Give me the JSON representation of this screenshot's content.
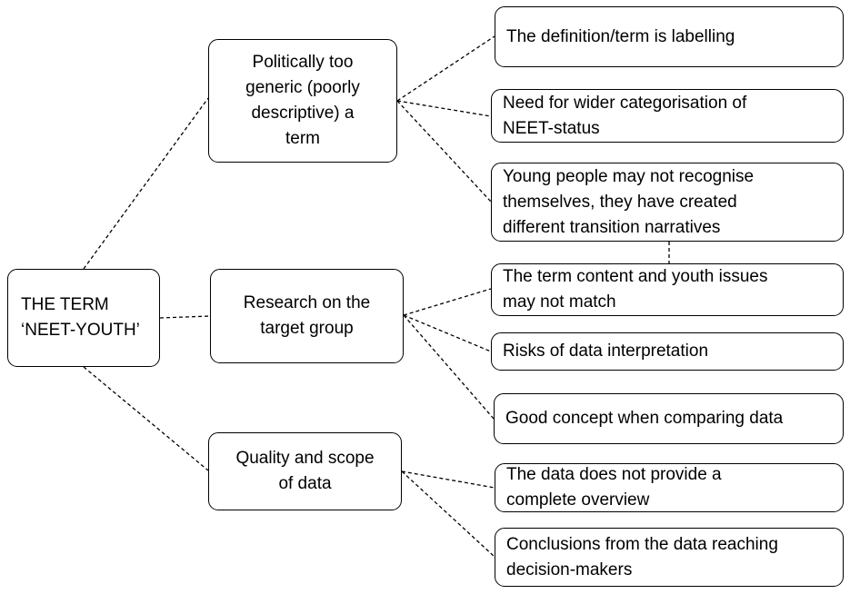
{
  "root": {
    "label": "THE TERM\n‘NEET-YOUTH’"
  },
  "categories": [
    {
      "label": "Politically too\ngeneric (poorly\ndescriptive) a\nterm",
      "items": [
        "The definition/term is labelling",
        "Need for wider categorisation of\nNEET-status",
        "Young people may not recognise\nthemselves, they have created\ndifferent transition narratives"
      ]
    },
    {
      "label": "Research on the\ntarget group",
      "items": [
        "The term content and youth issues\nmay not match",
        "Risks of data interpretation",
        "Good concept when comparing data"
      ]
    },
    {
      "label": "Quality and scope\nof data",
      "items": [
        "The data does not provide a\ncomplete overview",
        "Conclusions from the data reaching\ndecision-makers"
      ]
    }
  ]
}
